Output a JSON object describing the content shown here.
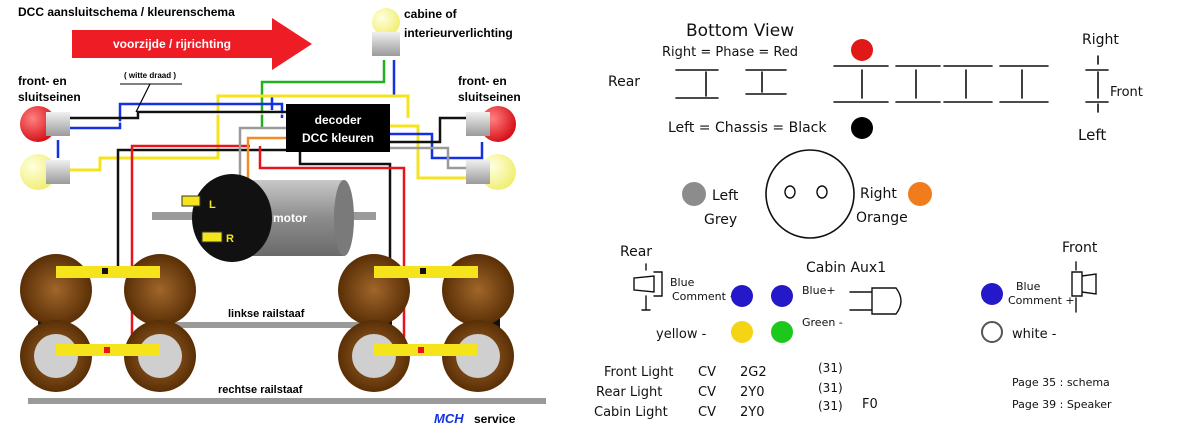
{
  "left_diagram": {
    "title": "DCC aansluitschema / kleurenschema",
    "direction_arrow": "voorzijde / rijrichting",
    "cabin_light": "cabine  of",
    "cabin_light_2": "interieurverlichting",
    "front_left_1": "front-  en",
    "front_left_2": "sluitseinen",
    "front_right_1": "front-  en",
    "front_right_2": "sluitseinen",
    "wire_note": "( witte draad )",
    "decoder_1": "decoder",
    "decoder_2": "DCC kleuren",
    "motor": "motor",
    "terminal_l": "L",
    "terminal_r": "R",
    "left_rail": "linkse railstaaf",
    "right_rail": "rechtse railstaaf",
    "brand": "MCH",
    "brand_suffix": "service",
    "colors": {
      "red_wire": "#e8141c",
      "black_wire": "#111111",
      "blue_wire": "#1430e0",
      "yellow_wire": "#f5e41c",
      "green_wire": "#22b022",
      "gray_wire": "#9a9a9a",
      "orange_wire": "#f08c28",
      "white_wire": "#ffffff",
      "wheel_brown": "#6b3d0c",
      "lamp_red": "#e8141c",
      "lamp_yellow": "#fbfb9a"
    }
  },
  "right_notes": {
    "bottom_view": "Bottom View",
    "right_phase": "Right = Phase = Red",
    "right_top": "Right",
    "rear": "Rear",
    "front_side": "Front",
    "left_chassis": "Left = Chassis = Black",
    "left_side": "Left",
    "left_grey_1": "Left",
    "left_grey_2": "Grey",
    "right_orange_1": "Right",
    "right_orange_2": "Orange",
    "rear_label": "Rear",
    "blue_common_l": "Blue",
    "common_l": "Comment +",
    "yellow_label": "yellow -",
    "cabin_label": "Cabin Aux1",
    "blue_plus": "Blue+",
    "green_minus": "Green -",
    "front_label": "Front",
    "blue_common_r": "Blue",
    "common_r": "Comment +",
    "white_label": "white -",
    "front_light": "Front Light",
    "rear_light": "Rear Light",
    "cabin_light": "Cabin Light",
    "cv": "CV",
    "cv1": "2G2",
    "cv2": "2Y0",
    "cv3": "2Y0",
    "p1": "(31)",
    "p2": "(31)",
    "p3": "(31)",
    "f0": "F0",
    "page35": "Page 35 : schema",
    "page39": "Page 39 : Speaker",
    "dot_colors": {
      "red": "#e01818",
      "black": "#000000",
      "grey": "#8c8c8c",
      "orange": "#f07c1c",
      "blue": "#2418c8",
      "yellow": "#f4d414",
      "green": "#1cc81c",
      "white": "#ffffff"
    }
  }
}
